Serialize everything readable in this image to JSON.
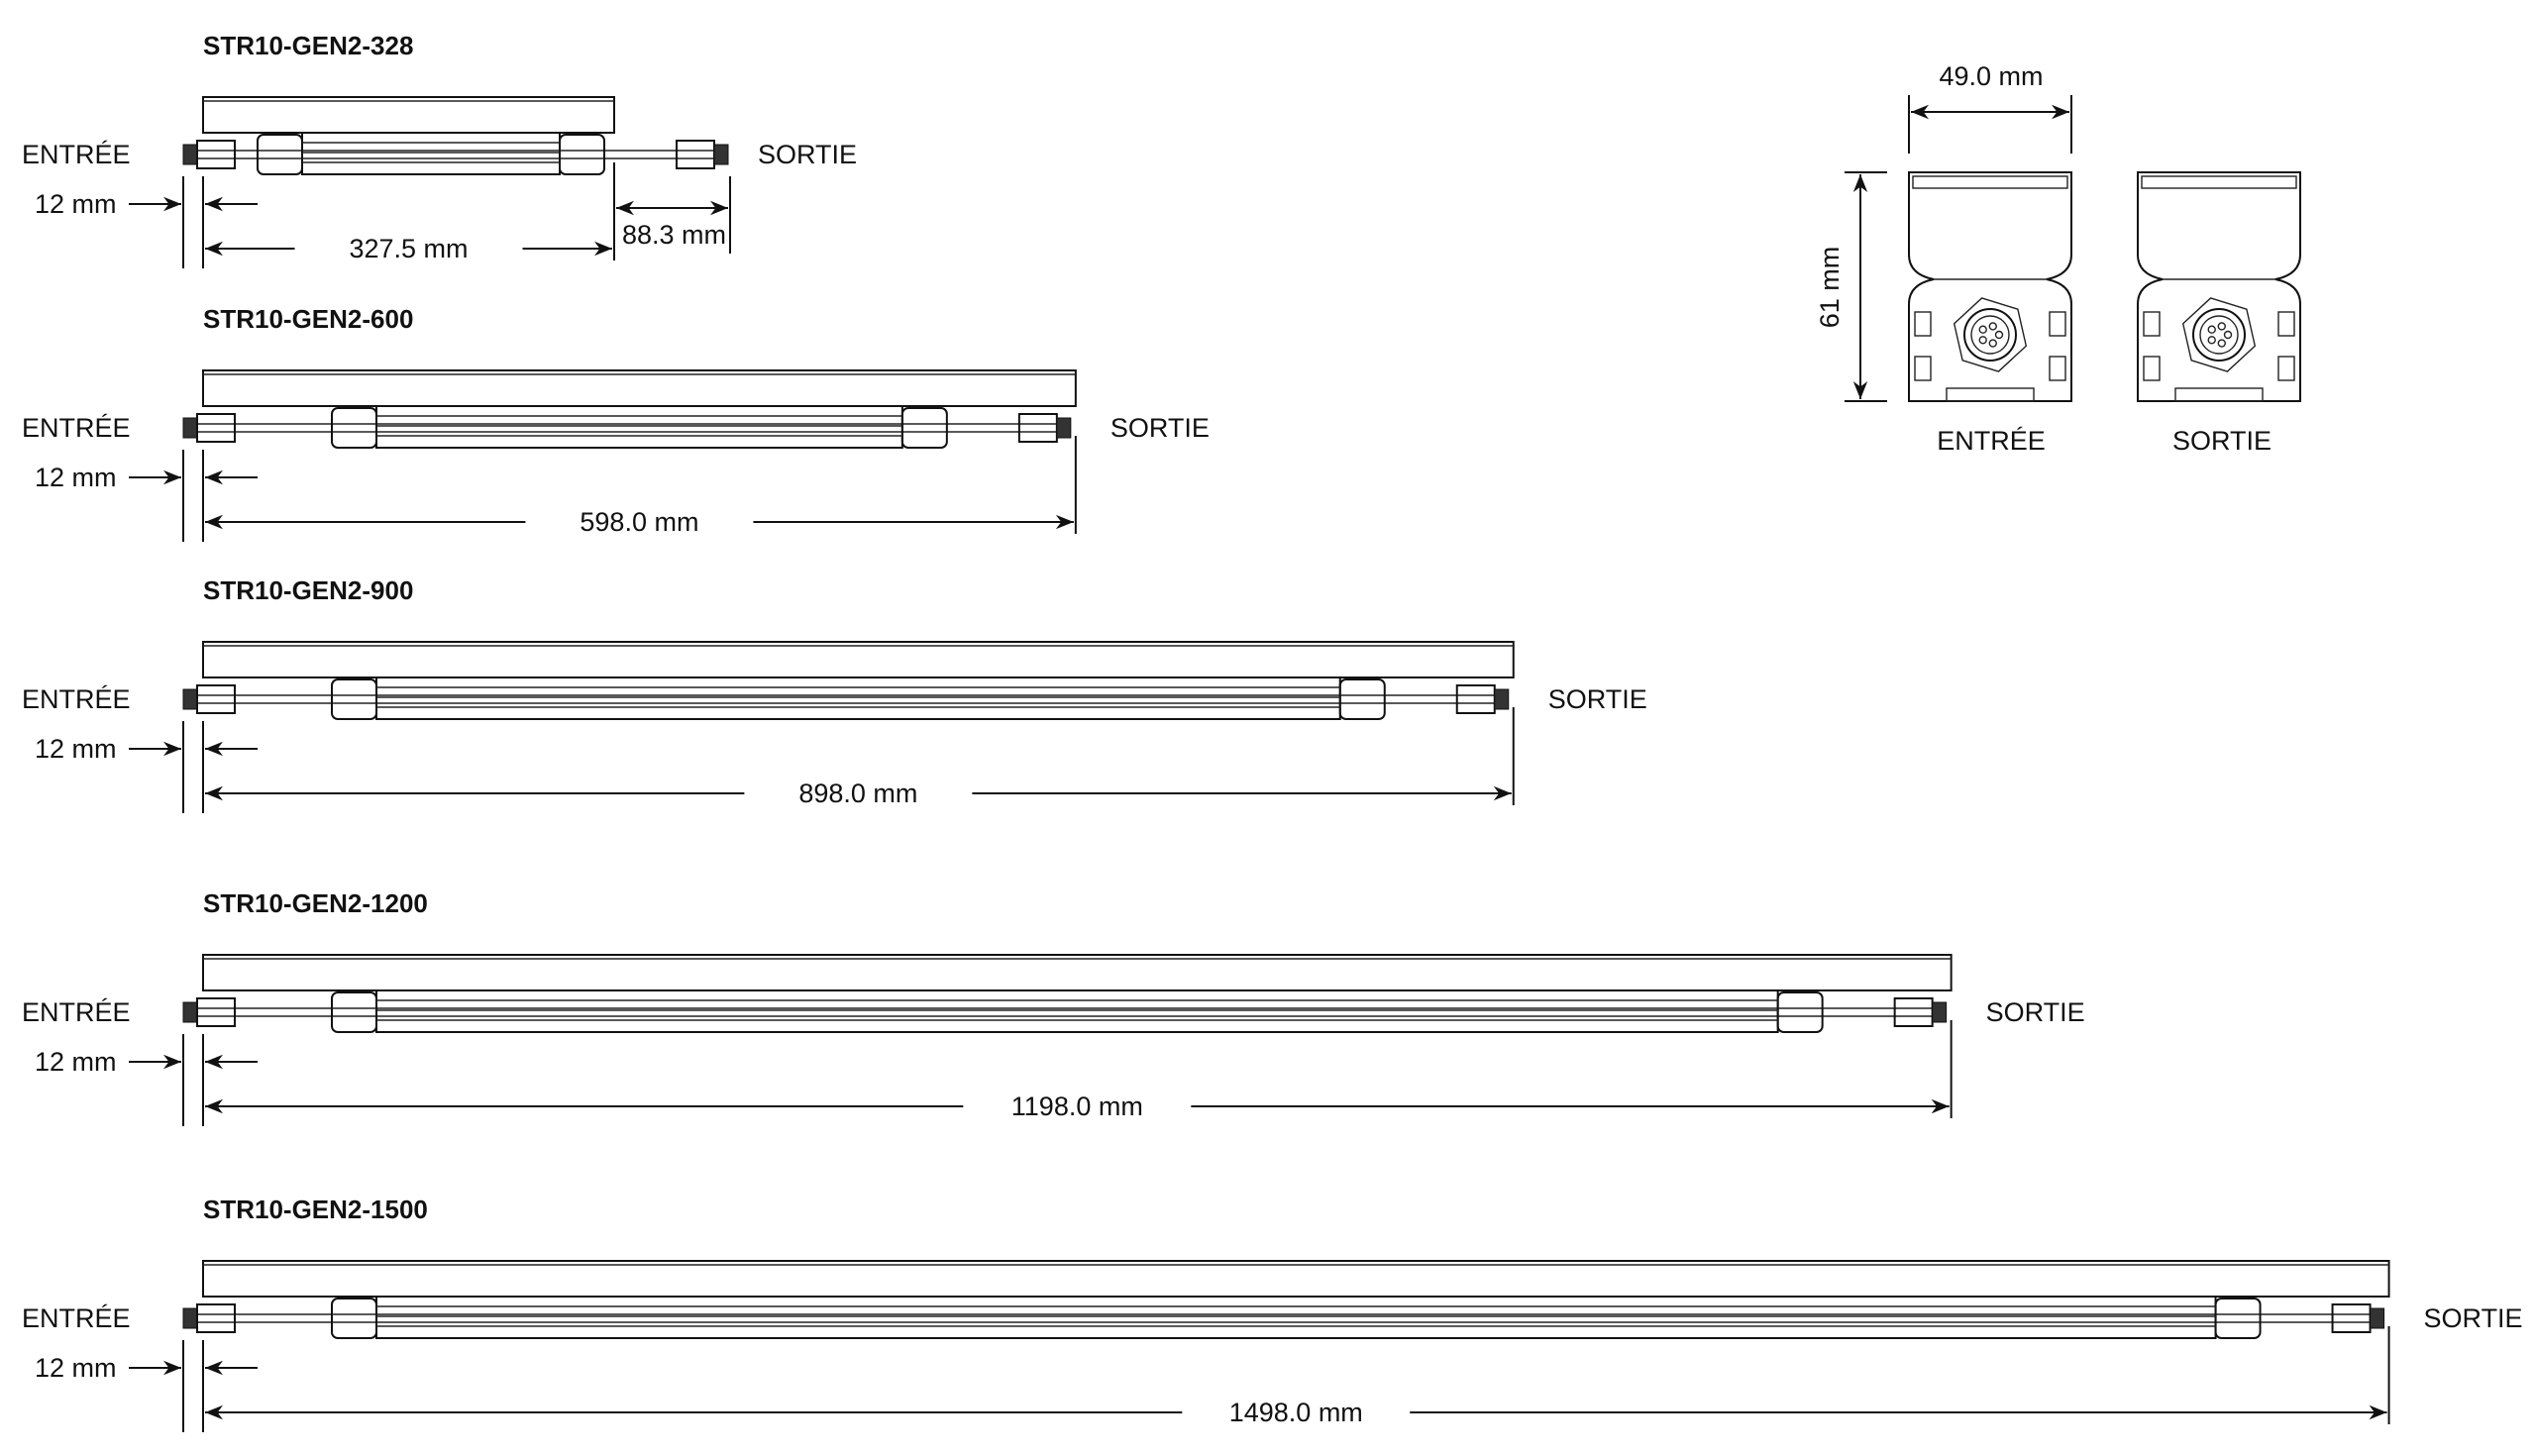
{
  "products": [
    {
      "title": "STR10-GEN2-328",
      "input_label": "ENTRÉE",
      "output_label": "SORTIE",
      "offset_label": "12 mm",
      "length_mm": 327.5,
      "length_label": "327.5 mm",
      "extra_label": "88.3 mm"
    },
    {
      "title": "STR10-GEN2-600",
      "input_label": "ENTRÉE",
      "output_label": "SORTIE",
      "offset_label": "12 mm",
      "length_mm": 598.0,
      "length_label": "598.0 mm"
    },
    {
      "title": "STR10-GEN2-900",
      "input_label": "ENTRÉE",
      "output_label": "SORTIE",
      "offset_label": "12 mm",
      "length_mm": 898.0,
      "length_label": "898.0 mm"
    },
    {
      "title": "STR10-GEN2-1200",
      "input_label": "ENTRÉE",
      "output_label": "SORTIE",
      "offset_label": "12 mm",
      "length_mm": 1198.0,
      "length_label": "1198.0 mm"
    },
    {
      "title": "STR10-GEN2-1500",
      "input_label": "ENTRÉE",
      "output_label": "SORTIE",
      "offset_label": "12 mm",
      "length_mm": 1498.0,
      "length_label": "1498.0 mm"
    }
  ],
  "end_view": {
    "width_label": "49.0 mm",
    "height_label": "61 mm",
    "input_label": "ENTRÉE",
    "output_label": "SORTIE"
  }
}
